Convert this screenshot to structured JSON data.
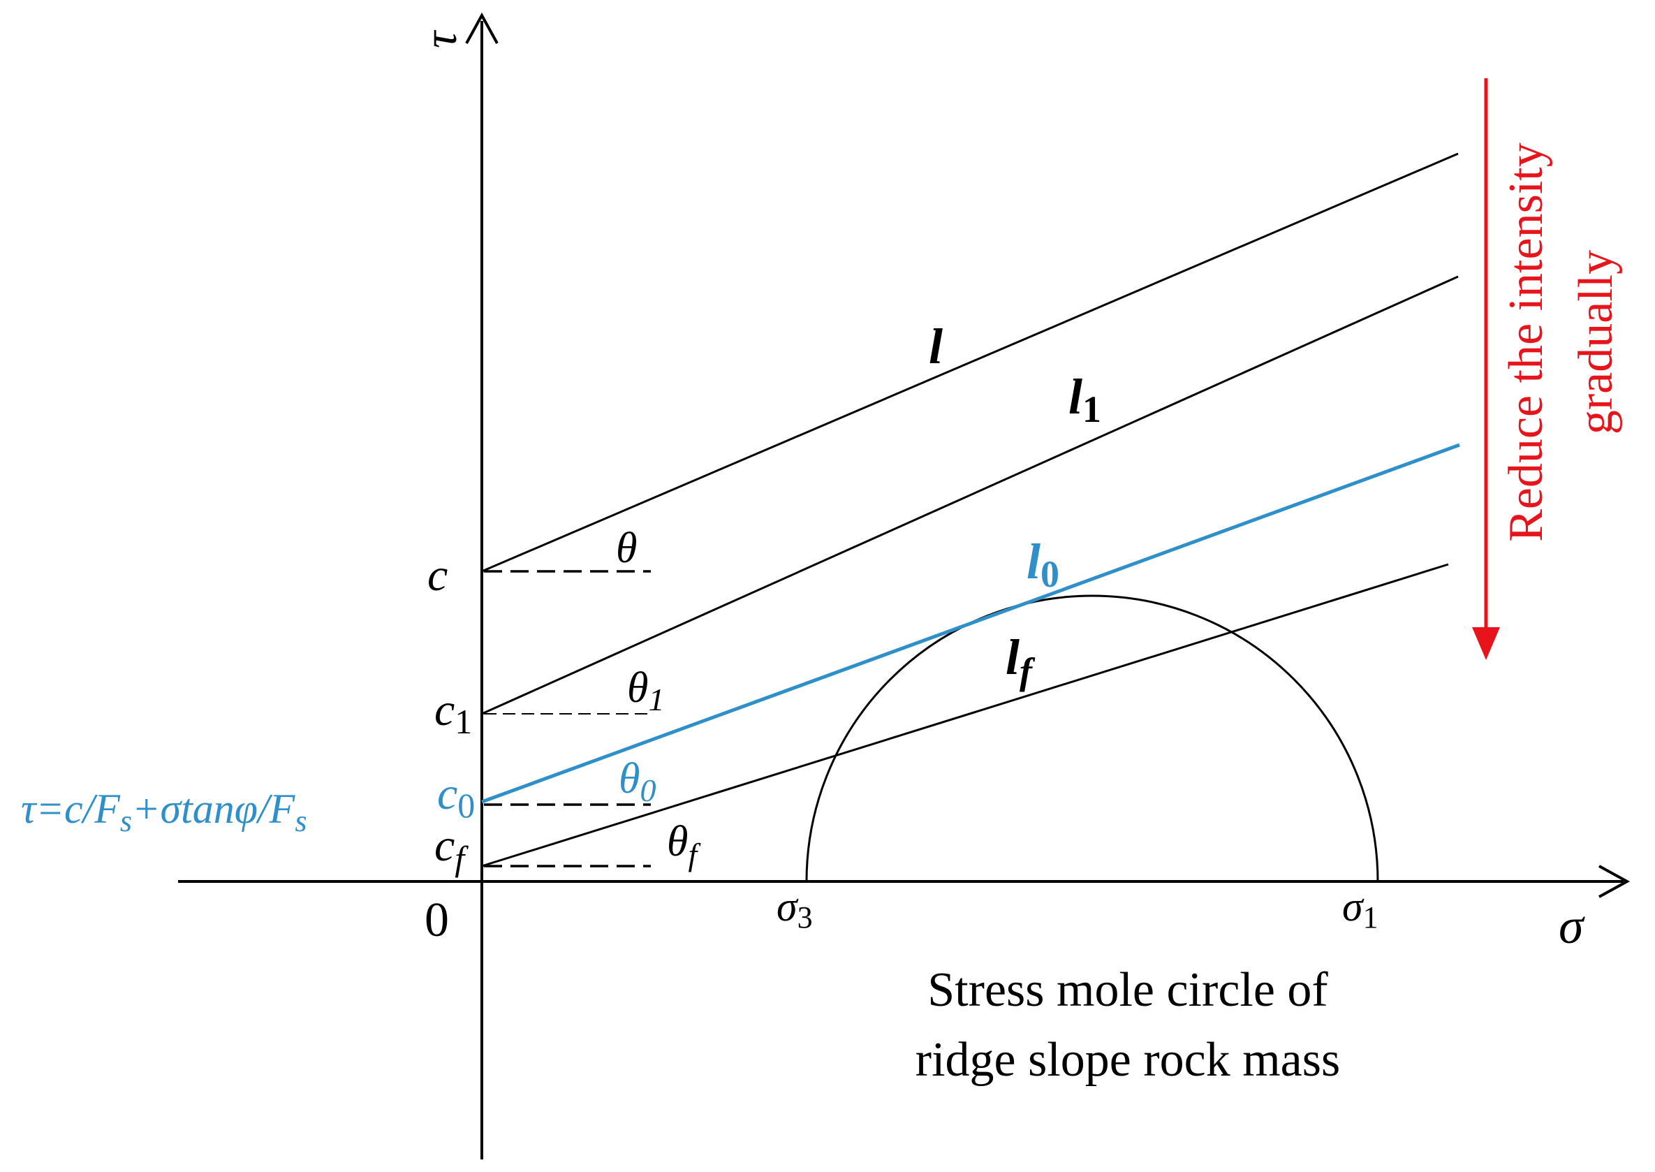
{
  "colors": {
    "line": "#000000",
    "blue": "#2e8fc9",
    "red": "#e8141c"
  },
  "axes": {
    "tau": "τ",
    "sigma": "σ",
    "origin": "0"
  },
  "intercepts": {
    "c": "c",
    "c1_base": "c",
    "c1_sub": "1",
    "c0_base": "c",
    "c0_sub": "0",
    "cf_base": "c",
    "cf_sub": "f"
  },
  "lines": {
    "l": "l",
    "l1_base": "l",
    "l1_sub": "1",
    "l0_base": "l",
    "l0_sub": "0",
    "lf_base": "l",
    "lf_sub": "f"
  },
  "angles": {
    "theta": "θ",
    "theta1_base": "θ",
    "theta1_sub": "1",
    "theta0_base": "θ",
    "theta0_sub": "0",
    "thetaf_base": "θ",
    "thetaf_sub": "f"
  },
  "stresses": {
    "s3_base": "σ",
    "s3_sub": "3",
    "s1_base": "σ",
    "s1_sub": "1"
  },
  "formula": {
    "p1": "τ=c/F",
    "s1": "s",
    "p2": "+σtanφ/F",
    "s2": "s"
  },
  "annotation": {
    "line1": "Reduce the intensity",
    "line2": "gradually"
  },
  "caption": {
    "line1": "Stress mole circle of",
    "line2": "ridge slope rock mass"
  }
}
